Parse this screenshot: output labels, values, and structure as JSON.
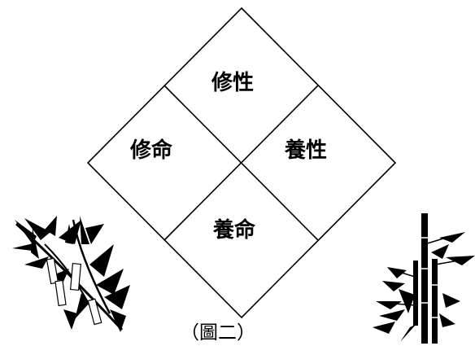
{
  "diagram": {
    "quadrants": {
      "top": "修性",
      "left": "修命",
      "right": "養性",
      "bottom": "養命"
    },
    "caption": "（圖二）",
    "line_color": "#000000",
    "decorations": [
      "bamboo-left-illustration",
      "bamboo-right-illustration"
    ]
  }
}
